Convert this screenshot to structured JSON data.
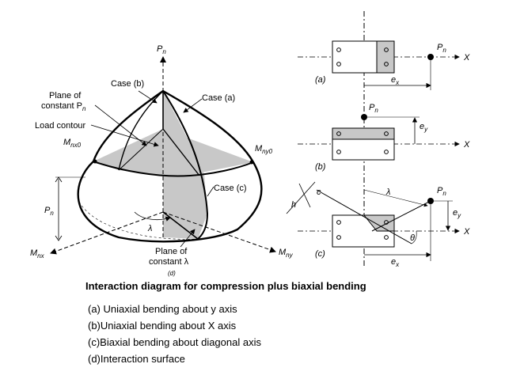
{
  "surface": {
    "axis_pn": "P",
    "axis_pn_sub": "n",
    "axis_mnx": "M",
    "axis_mnx_sub": "nx",
    "axis_mny": "M",
    "axis_mny_sub": "ny",
    "mnx0": "M",
    "mnx0_sub": "nx0",
    "mny0": "M",
    "mny0_sub": "ny0",
    "case_b": "Case (b)",
    "case_a": "Case (a)",
    "case_c": "Case (c)",
    "plane_pn_line1": "Plane of",
    "plane_pn_line2": "constant P",
    "plane_pn_sub": "n",
    "load_contour": "Load contour",
    "pn_side": "P",
    "pn_side_sub": "n",
    "lambda": "λ",
    "plane_lambda_line1": "Plane of",
    "plane_lambda_line2": "constant λ",
    "label_d": "(d)"
  },
  "column_sections": {
    "a": {
      "label": "(a)",
      "pn": "P",
      "pn_sub": "n",
      "x": "X",
      "ex": "e",
      "ex_sub": "x"
    },
    "b": {
      "label": "(b)",
      "pn": "P",
      "pn_sub": "n",
      "x": "X",
      "ey": "e",
      "ey_sub": "y"
    },
    "c": {
      "label": "(c)",
      "pn": "P",
      "pn_sub": "n",
      "x": "X",
      "h": "h",
      "c": "c",
      "lambda": "λ",
      "ey": "e",
      "ey_sub": "y",
      "theta": "θ",
      "ex": "e",
      "ex_sub": "x"
    }
  },
  "caption": "Interaction diagram for compression plus biaxial bending",
  "legend": [
    "(a) Uniaxial bending about y axis",
    "(b)Uniaxial bending about X axis",
    "(c)Biaxial bending about diagonal axis",
    "(d)Interaction  surface"
  ],
  "colors": {
    "shade": "#c8c8c8",
    "line": "#000000"
  }
}
